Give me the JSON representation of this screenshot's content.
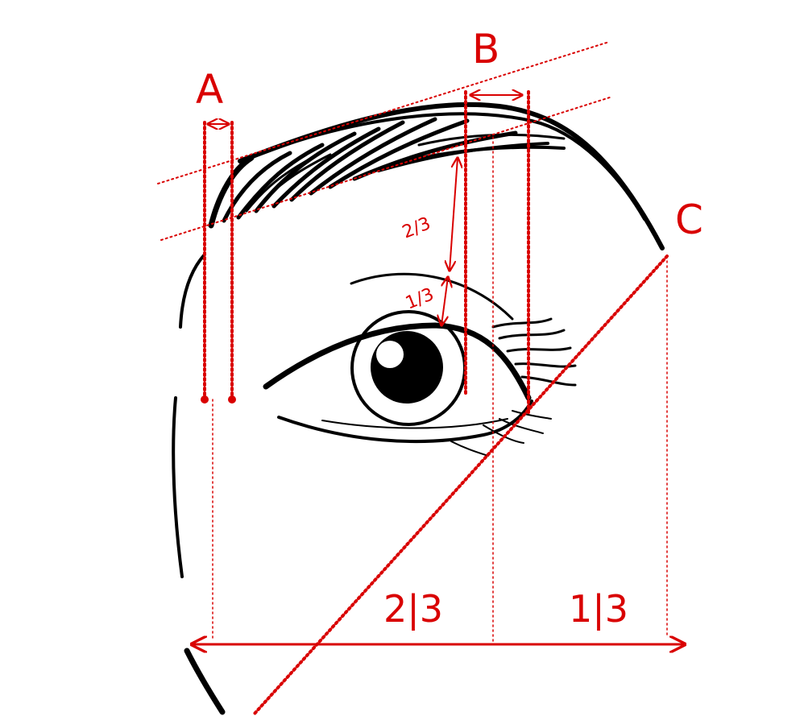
{
  "labels": {
    "a": "A",
    "b": "B",
    "c": "C",
    "brow_gap_upper": "2/3",
    "brow_gap_lower": "1/3",
    "width_left": "2|3",
    "width_right": "1|3"
  },
  "colors": {
    "guide": "#d90000",
    "ink": "#000000",
    "background": "#ffffff"
  }
}
